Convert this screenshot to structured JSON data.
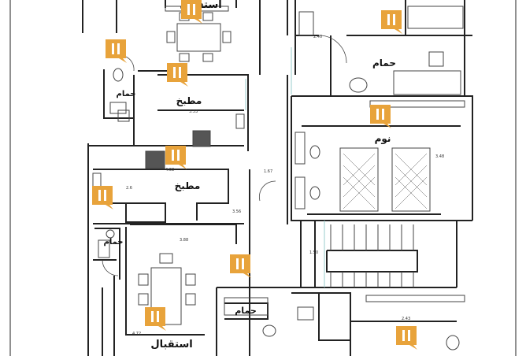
{
  "rooms": {
    "reception_top": "استقبال",
    "bath_top": "حمام",
    "wc_left": "حمام",
    "kitchen_top": "مطبخ",
    "kitchen_mid": "مطبخ",
    "bath_left_small": "حمام",
    "reception_bottom": "استقبال",
    "bath_bottom": "حمام",
    "bedroom": "نوم"
  },
  "dimensions": {
    "d1": "2.40",
    "d2": "3.33",
    "d3": "4.08",
    "d4": "3.88",
    "d5": "1.67",
    "d6": "2.6",
    "d7": "3.56",
    "d8": "1.50",
    "d9": "2.43",
    "d10": "4.72",
    "d11": "3.48"
  },
  "marker": {
    "icon": "pause-icon",
    "color": "#e8a33b",
    "count": 10
  }
}
